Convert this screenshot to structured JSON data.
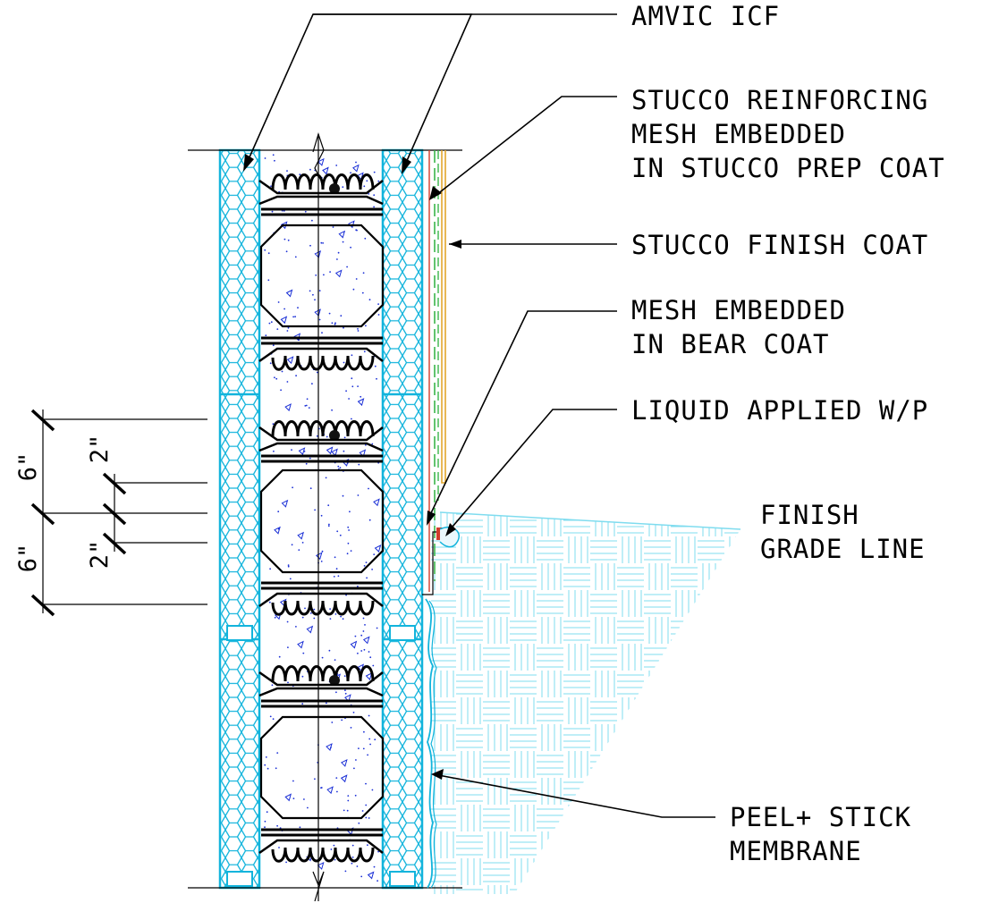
{
  "labels": {
    "amvic_icf": "AMVIC ICF",
    "stucco_mesh_1": "STUCCO REINFORCING",
    "stucco_mesh_2": "MESH EMBEDDED",
    "stucco_mesh_3": "IN STUCCO PREP COAT",
    "stucco_finish": "STUCCO FINISH COAT",
    "base_mesh_1": "MESH EMBEDDED",
    "base_mesh_2": "IN BEAR COAT",
    "liquid_wp": "LIQUID APPLIED W/P",
    "grade_1": "FINISH",
    "grade_2": "GRADE LINE",
    "membrane_1": "PEEL+ STICK",
    "membrane_2": "MEMBRANE"
  },
  "dimensions": {
    "upper_6": "6\"",
    "lower_6": "6\"",
    "upper_2": "2\"",
    "lower_2": "2\""
  },
  "colors": {
    "foam": "#12b4dc",
    "concrete_aggregate": "#1a2fd6",
    "soil_hatch": "#7fdcef",
    "stucco_finish": "#e2a72c",
    "prep_coat_mesh": "#3bb54a",
    "bear_coat": "#d23b2a"
  }
}
